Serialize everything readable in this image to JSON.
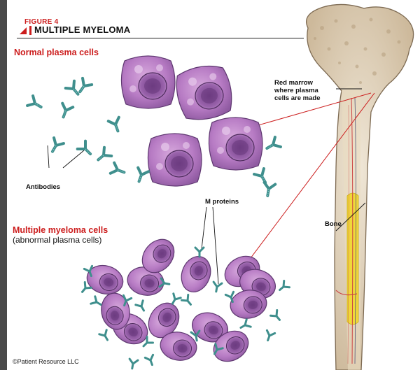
{
  "figure": {
    "number": "FIGURE 4",
    "title": "MULTIPLE MYELOMA"
  },
  "sections": {
    "normal": "Normal plasma cells",
    "myeloma": "Multiple myeloma cells",
    "myeloma_sub": "(abnormal plasma cells)"
  },
  "labels": {
    "antibodies": "Antibodies",
    "m_proteins": "M proteins",
    "red_marrow_1": "Red marrow",
    "red_marrow_2": "where plasma",
    "red_marrow_3": "cells are made",
    "bone": "Bone"
  },
  "copyright": "©Patient Resource LLC",
  "colors": {
    "accent_red": "#cc1d1d",
    "cell_purple": "#b77bc4",
    "nucleus_purple": "#8a4f9e",
    "antibody_teal": "#3f8f8d",
    "bone_tan": "#e6dcc4",
    "marrow_yellow": "#f0d83a"
  }
}
